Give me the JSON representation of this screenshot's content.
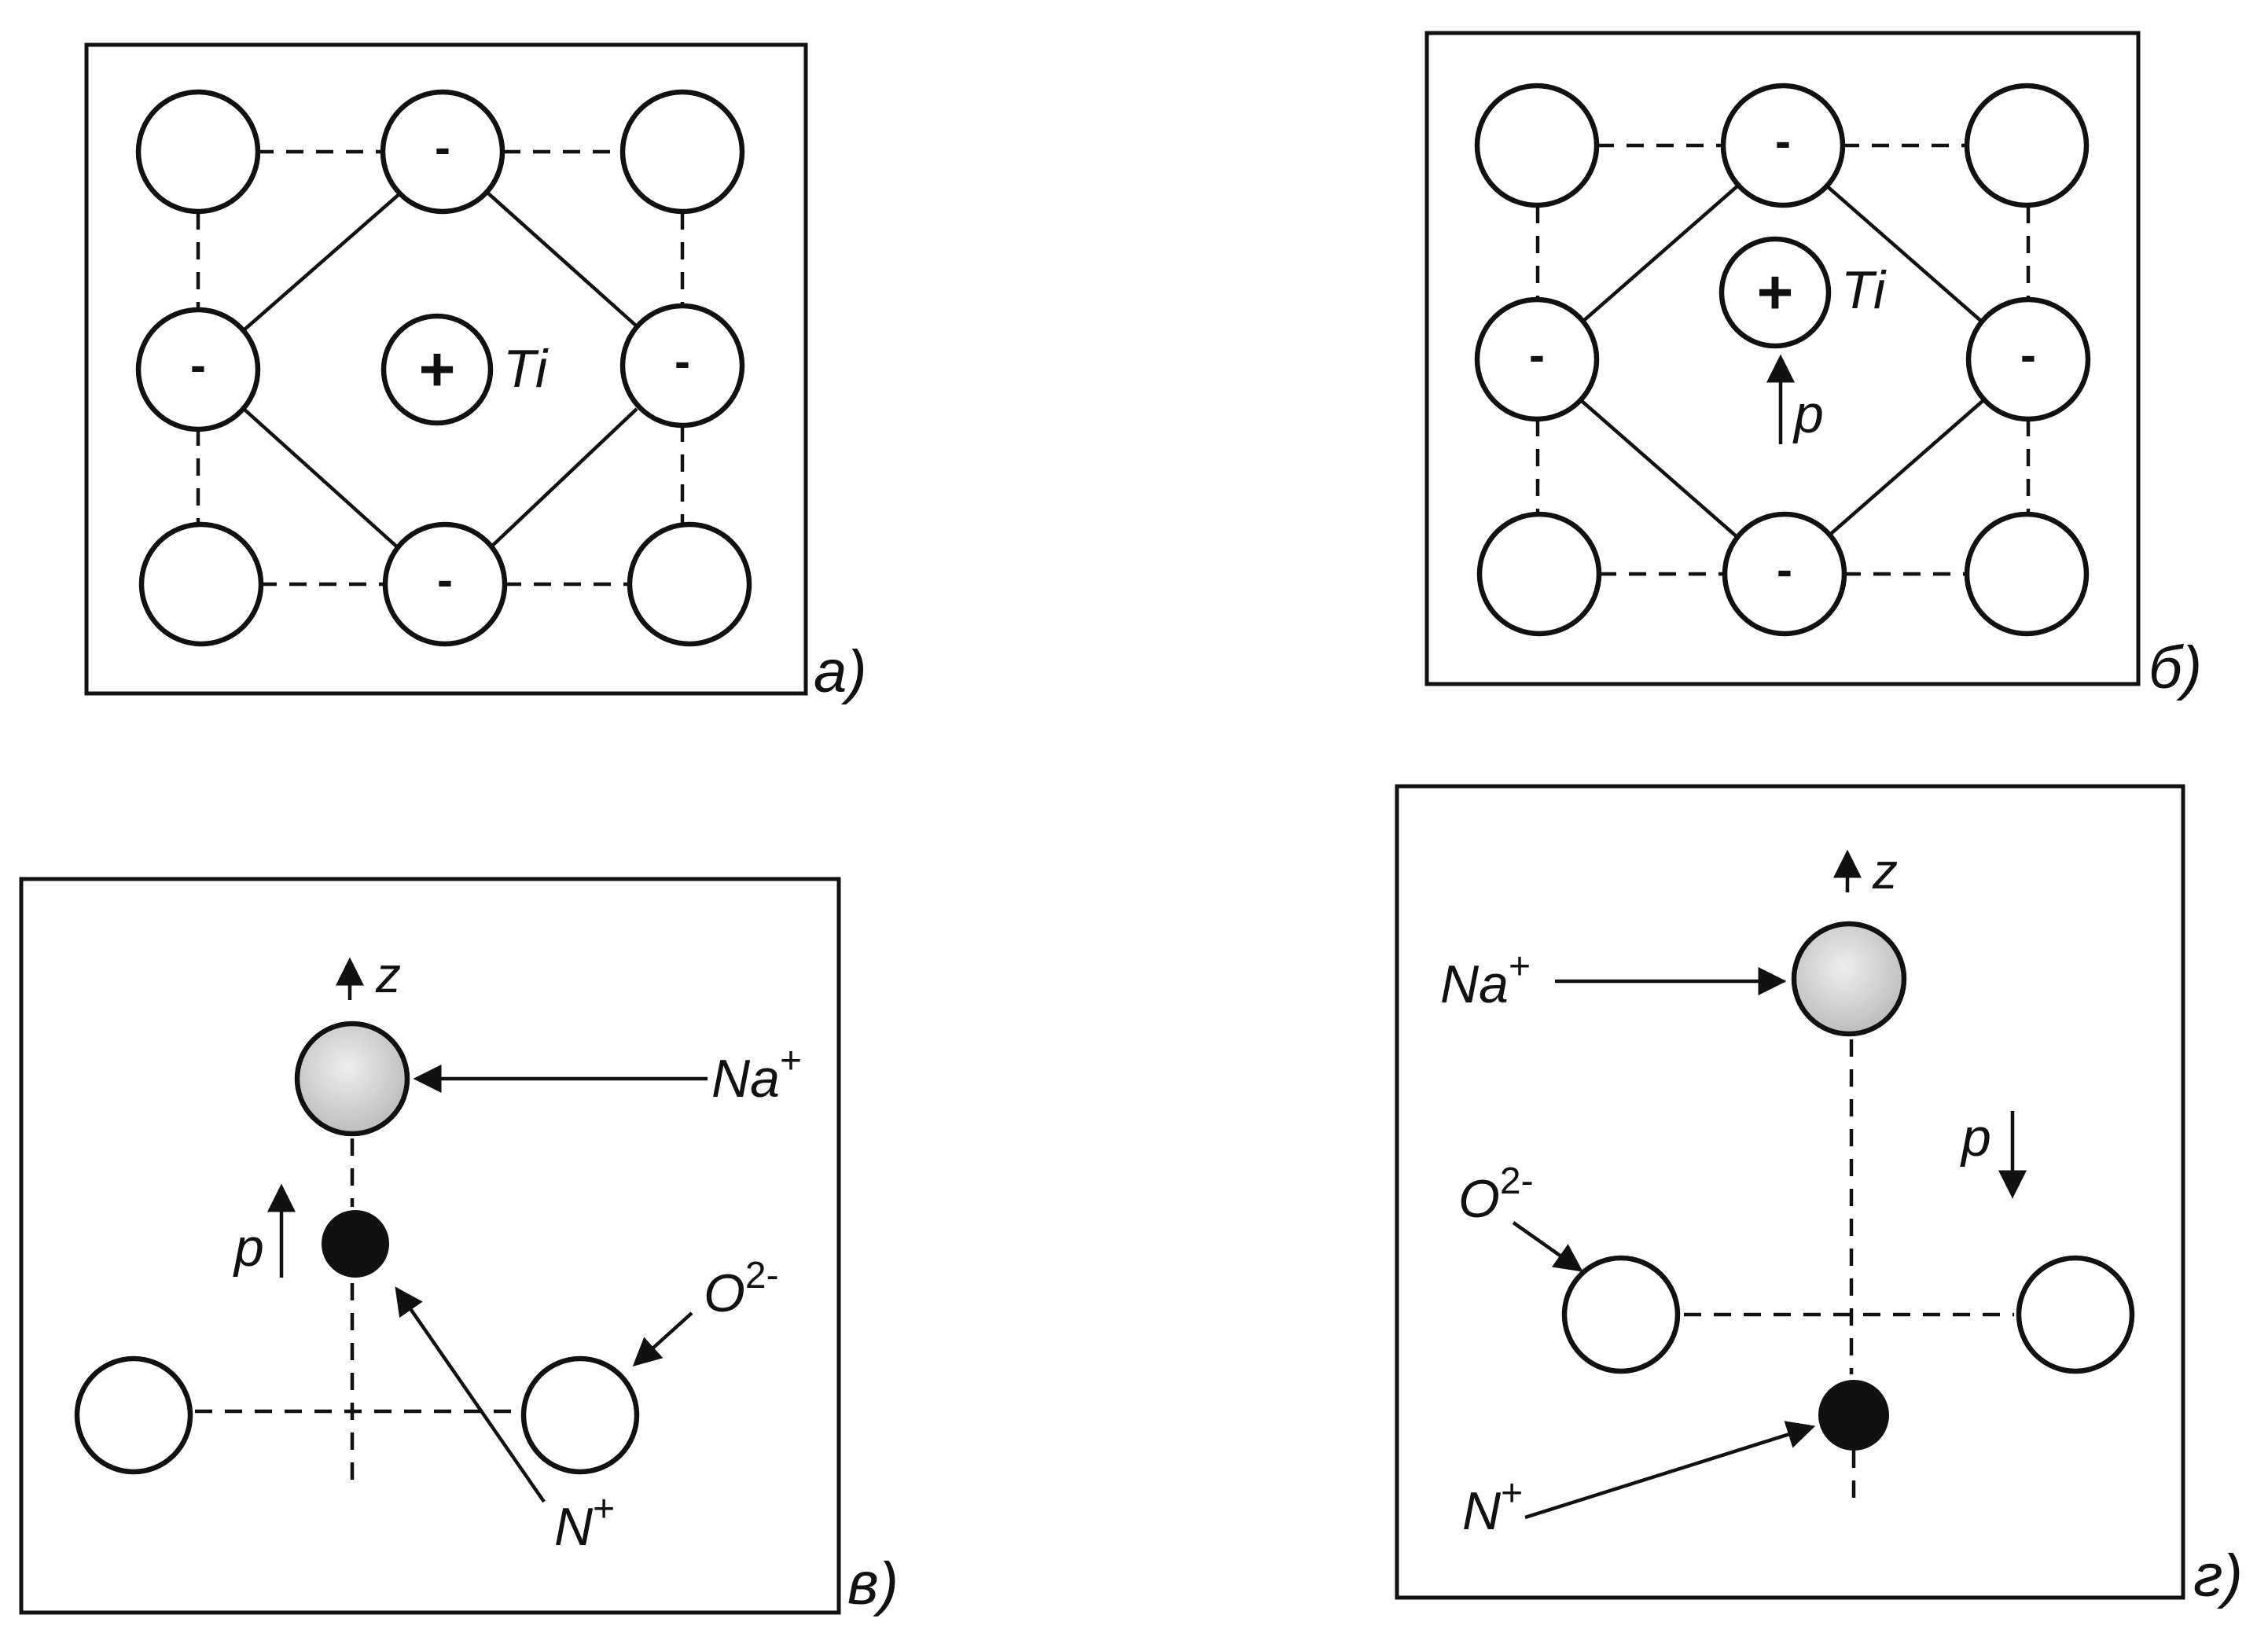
{
  "panels": {
    "a": {
      "label": "a)",
      "ion": "Ti",
      "center_sign": "+",
      "neg_sign": "-"
    },
    "b": {
      "label": "б)",
      "ion": "Ti",
      "center_sign": "+",
      "neg_sign": "-",
      "dipole": "p"
    },
    "v": {
      "label": "в)",
      "axis": "z",
      "dipole": "p",
      "na_label": "Na",
      "na_charge": "+",
      "n_label": "N",
      "n_charge": "+",
      "o_label": "O",
      "o_charge": "2-"
    },
    "g": {
      "label": "г)",
      "axis": "z",
      "dipole": "p",
      "na_label": "Na",
      "na_charge": "+",
      "n_label": "N",
      "n_charge": "+",
      "o_label": "O",
      "o_charge": "2-"
    }
  },
  "colors": {
    "ink": "#111111",
    "sodium_fill": "#d9d9d9",
    "nitrogen_fill": "#111111"
  }
}
